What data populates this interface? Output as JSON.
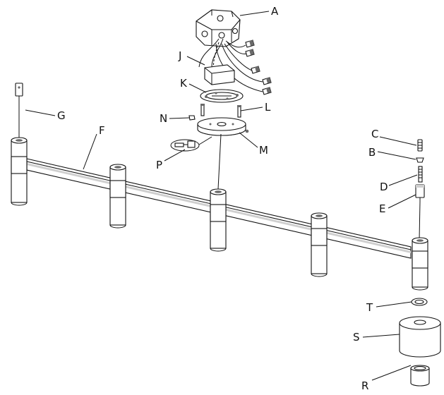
{
  "labels": {
    "A": "A",
    "B": "B",
    "C": "C",
    "D": "D",
    "E": "E",
    "F": "F",
    "G": "G",
    "J": "J",
    "K": "K",
    "L": "L",
    "M": "M",
    "N": "N",
    "P": "P",
    "R": "R",
    "S": "S",
    "T": "T"
  }
}
